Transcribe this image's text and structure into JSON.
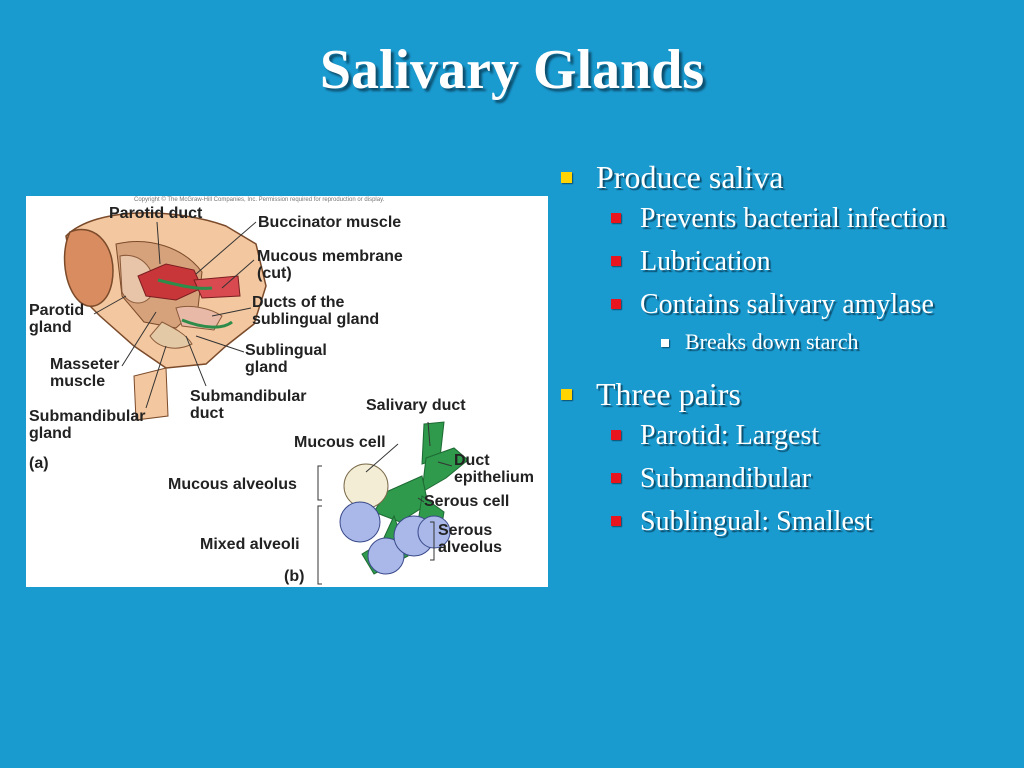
{
  "slide": {
    "title": "Salivary Glands"
  },
  "figure": {
    "copyright": "Copyright © The McGraw-Hill Companies, Inc. Permission required for reproduction or display.",
    "labels": {
      "parotid_duct": "Parotid duct",
      "buccinator_muscle": "Buccinator muscle",
      "mucous_membrane": "Mucous membrane\n(cut)",
      "ducts_sublingual": "Ducts of the\nsublingual gland",
      "parotid_gland": "Parotid\ngland",
      "sublingual_gland": "Sublingual\ngland",
      "masseter_muscle": "Masseter\nmuscle",
      "submandibular_duct": "Submandibular\nduct",
      "submandibular_gland": "Submandibular\ngland",
      "panel_a": "(a)",
      "salivary_duct": "Salivary duct",
      "mucous_cell": "Mucous cell",
      "duct_epithelium": "Duct\nepithelium",
      "mucous_alveolus": "Mucous alveolus",
      "serous_cell": "Serous cell",
      "serous_alveolus": "Serous\nalveolus",
      "mixed_alveoli": "Mixed alveoli",
      "panel_b": "(b)"
    }
  },
  "bullets": {
    "produce_saliva": "Produce saliva",
    "prevents_infection": "Prevents bacterial infection",
    "lubrication": "Lubrication",
    "contains_amylase": "Contains salivary amylase",
    "breaks_down_starch": "Breaks down starch",
    "three_pairs": "Three pairs",
    "parotid": "Parotid: Largest",
    "submandibular": "Submandibular",
    "sublingual": "Sublingual: Smallest"
  },
  "colors": {
    "background": "#1a9bd0",
    "level1_marker": "#ffd400",
    "level2_marker": "#e8141e",
    "level3_marker": "#ffffff"
  }
}
